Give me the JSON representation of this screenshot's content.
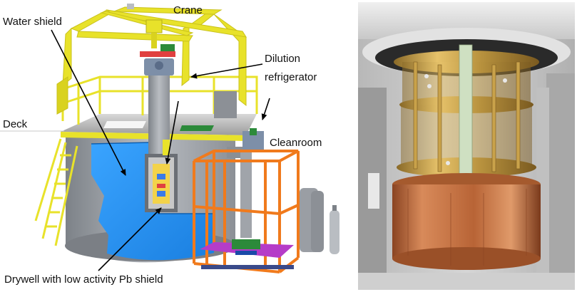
{
  "labels": {
    "crane": "Crane",
    "water_shield": "Water shield",
    "dilution_line1": "Dilution",
    "dilution_line2": "refrigerator",
    "deck": "Deck",
    "cleanroom": "Cleanroom",
    "drywell": "Drywell with low activity Pb shield"
  },
  "colors": {
    "frame_yellow": "#e8e22a",
    "water_blue": "#1e90f0",
    "tank_gray": "#9a9ea4",
    "cleanroom_orange": "#f07a1c",
    "floor_magenta": "#b53cc8",
    "copper": "#c26a3a",
    "gold": "#c9a24a",
    "arrow": "#000000"
  }
}
